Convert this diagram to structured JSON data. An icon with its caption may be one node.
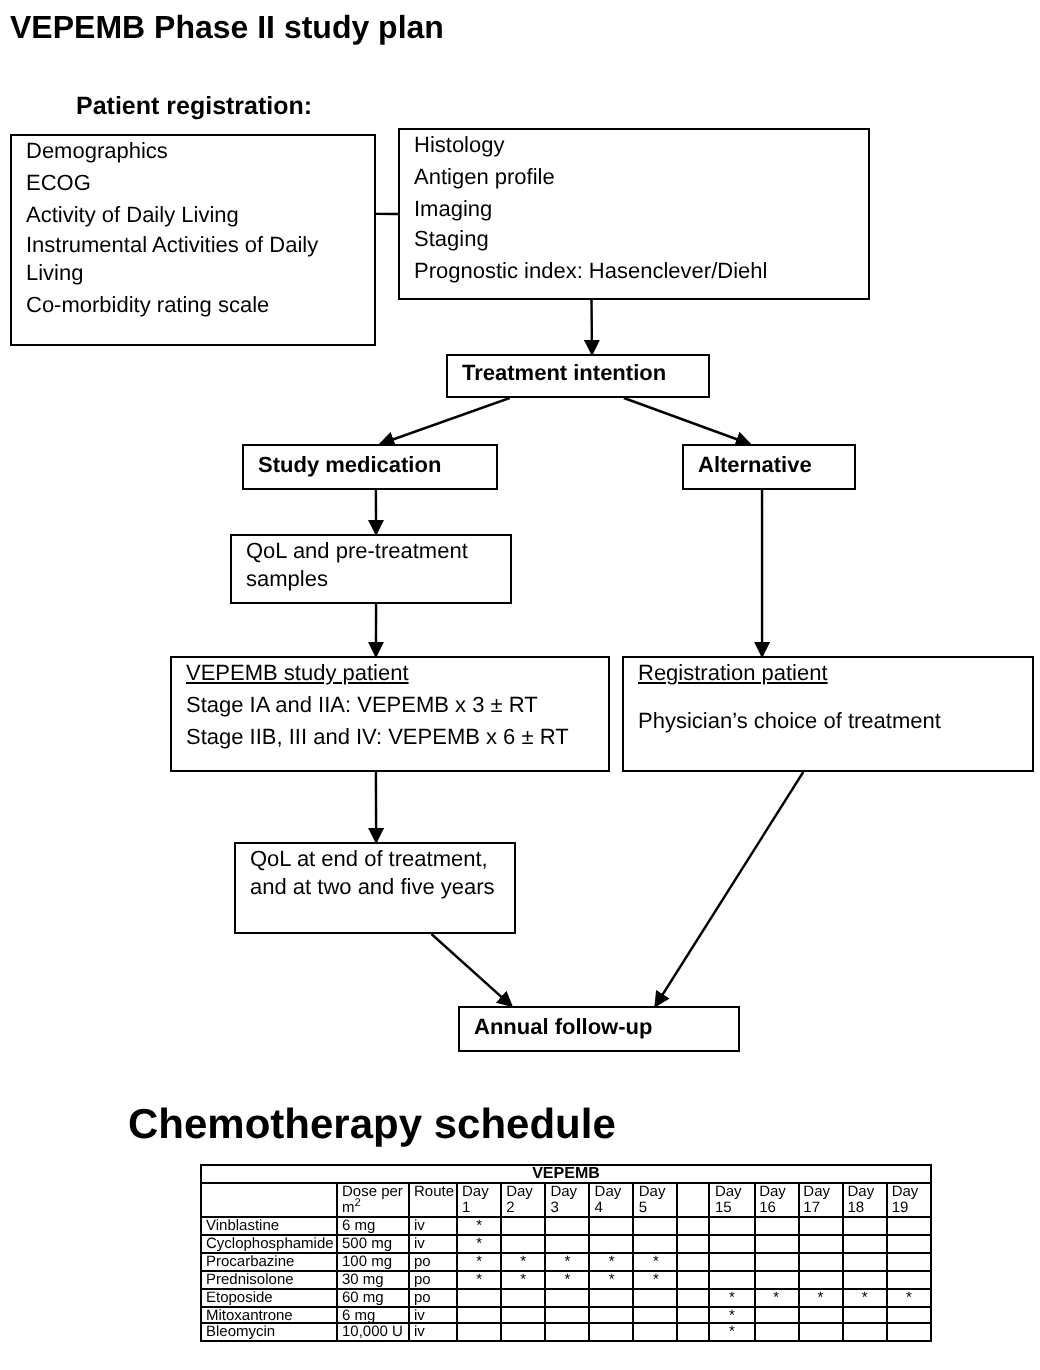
{
  "diagram": {
    "title": "VEPEMB Phase II study plan",
    "nodes": [
      {
        "text": [
          "Demographics",
          "ECOG",
          "Activity of Daily Living",
          "Instrumental Activities of Daily Living",
          "Co-morbidity rating scale"
        ]
      },
      {
        "text": [
          "Histology",
          "Antigen profile",
          "Imaging",
          "Staging",
          "Prognostic index: Hasenclever/Diehl"
        ]
      },
      {
        "text": [
          "Treatment intention"
        ]
      },
      {
        "text": [
          "Study medication"
        ]
      },
      {
        "text": [
          "Alternative"
        ]
      },
      {
        "text": [
          "QoL and pre-treatment samples"
        ]
      },
      {
        "text": [
          "VEPEMB study patient",
          "Stage IA and IIA: VEPEMB x 3 ± RT",
          "Stage IIB, III and IV: VEPEMB x 6 ± RT"
        ]
      },
      {
        "text": [
          "Registration patient",
          "Physician’s choice of treatment"
        ]
      },
      {
        "text": [
          "QoL at end of treatment, and at two and five years"
        ]
      },
      {
        "text": [
          "Annual follow-up"
        ]
      }
    ],
    "edges": [
      {
        "from": 0,
        "to": 1,
        "arrow": "none"
      },
      {
        "from": 1,
        "to": 2,
        "arrow": "to"
      },
      {
        "from": 2,
        "to": 3,
        "arrow": "to"
      },
      {
        "from": 2,
        "to": 4,
        "arrow": "to"
      },
      {
        "from": 3,
        "to": 5,
        "arrow": "to"
      },
      {
        "from": 5,
        "to": 6,
        "arrow": "to"
      },
      {
        "from": 4,
        "to": 7,
        "arrow": "to"
      },
      {
        "from": 6,
        "to": 8,
        "arrow": "to"
      },
      {
        "from": 8,
        "to": 9,
        "arrow": "to"
      },
      {
        "from": 7,
        "to": 9,
        "arrow": "to"
      }
    ],
    "labels": [
      "Patient registration:",
      "Chemotherapy schedule",
      "VEPEMB",
      "Dose per m$^{2}$",
      "Route",
      "Day 1",
      "Day 2",
      "Day 3",
      "Day 4",
      "Day 5",
      "Day 15",
      "Day 16",
      "Day 17",
      "Day 18",
      "Day 19",
      "Vinblastine",
      "6 mg",
      "iv",
      "*",
      "Cyclophosphamide",
      "500 mg",
      "iv",
      "*",
      "Procarbazine",
      "100 mg",
      "po",
      "*",
      "*",
      "*",
      "*",
      "*",
      "Prednisolone",
      "30 mg",
      "po",
      "*",
      "*",
      "*",
      "*",
      "*",
      "Etoposide",
      "60 mg",
      "po",
      "*",
      "*",
      "*",
      "*",
      "*",
      "Mitoxantrone",
      "6 mg",
      "iv",
      "*",
      "Bleomycin",
      "10,000 U",
      "iv",
      "*"
    ]
  }
}
